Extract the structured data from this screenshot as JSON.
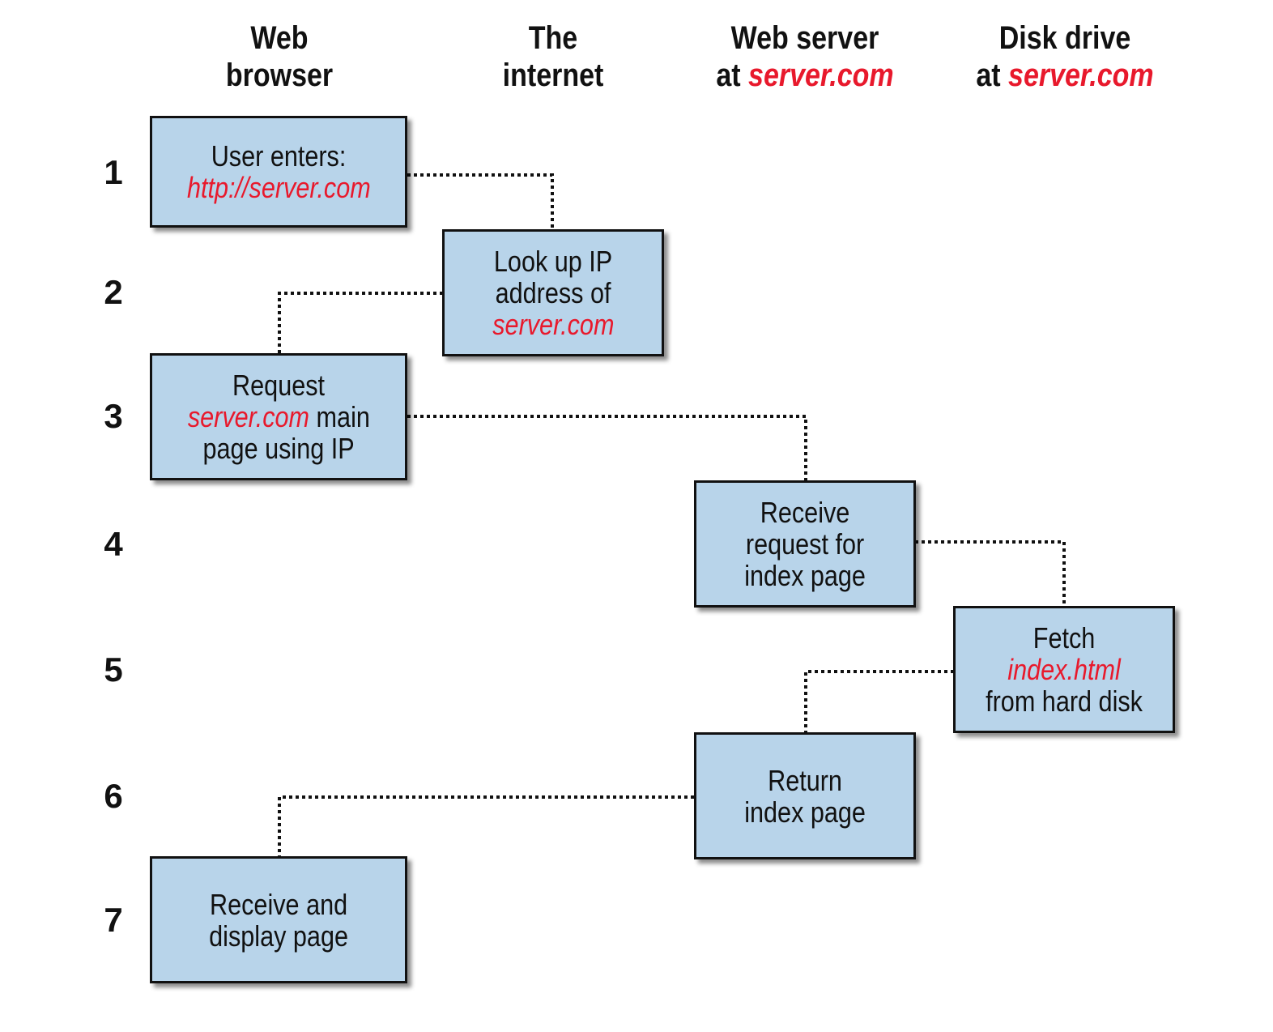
{
  "columns": [
    {
      "line1": "Web",
      "line2_plain": "browser",
      "line2_red": ""
    },
    {
      "line1": "The",
      "line2_plain": "internet",
      "line2_red": ""
    },
    {
      "line1": "Web server",
      "line2_plain": "at ",
      "line2_red": "server.com"
    },
    {
      "line1": "Disk drive",
      "line2_plain": "at ",
      "line2_red": "server.com"
    }
  ],
  "steps": [
    "1",
    "2",
    "3",
    "4",
    "5",
    "6",
    "7"
  ],
  "boxes": {
    "user_enters": {
      "line1": "User enters:",
      "line2": "http://server.com"
    },
    "lookup_ip": {
      "line1": "Look up IP",
      "line2": "address of",
      "line3": "server.com"
    },
    "request_page": {
      "line1": "Request",
      "line2_red": "server.com",
      "line2_plain": " main",
      "line3": "page using IP"
    },
    "receive_request": {
      "line1": "Receive",
      "line2": "request for",
      "line3": "index page"
    },
    "fetch_index": {
      "line1": "Fetch",
      "line2": "index.html",
      "line3": "from hard disk"
    },
    "return_index": {
      "line1": "Return",
      "line2": "index page"
    },
    "receive_display": {
      "line1": "Receive and",
      "line2": "display page"
    }
  },
  "colors": {
    "box_fill": "#b8d4ea",
    "accent_red": "#e8192c",
    "border": "#111111"
  }
}
